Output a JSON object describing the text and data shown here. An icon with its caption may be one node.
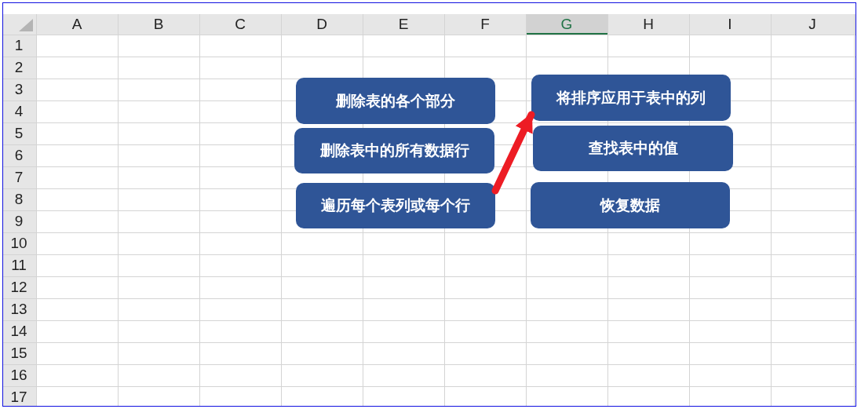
{
  "diagram": {
    "nodes": [
      {
        "text": [
          "删除表的各个部分"
        ]
      },
      {
        "text": [
          "删除表中的所有数据行"
        ]
      },
      {
        "text": [
          "遍历每个表列或每个行"
        ]
      },
      {
        "text": [
          "将排序应用于表中的列"
        ]
      },
      {
        "text": [
          "查找表中的值"
        ]
      },
      {
        "text": [
          "恢复数据"
        ]
      }
    ],
    "edges": [
      {
        "from": 2,
        "to": 3,
        "arrow": "to",
        "color": "#ed1c24"
      }
    ],
    "labels": [
      "A",
      "B",
      "C",
      "D",
      "E",
      "F",
      "G",
      "H",
      "I",
      "J",
      "1",
      "2",
      "3",
      "4",
      "5",
      "6",
      "7",
      "8",
      "9",
      "10",
      "11",
      "12",
      "13",
      "14",
      "15",
      "16",
      "17"
    ]
  }
}
